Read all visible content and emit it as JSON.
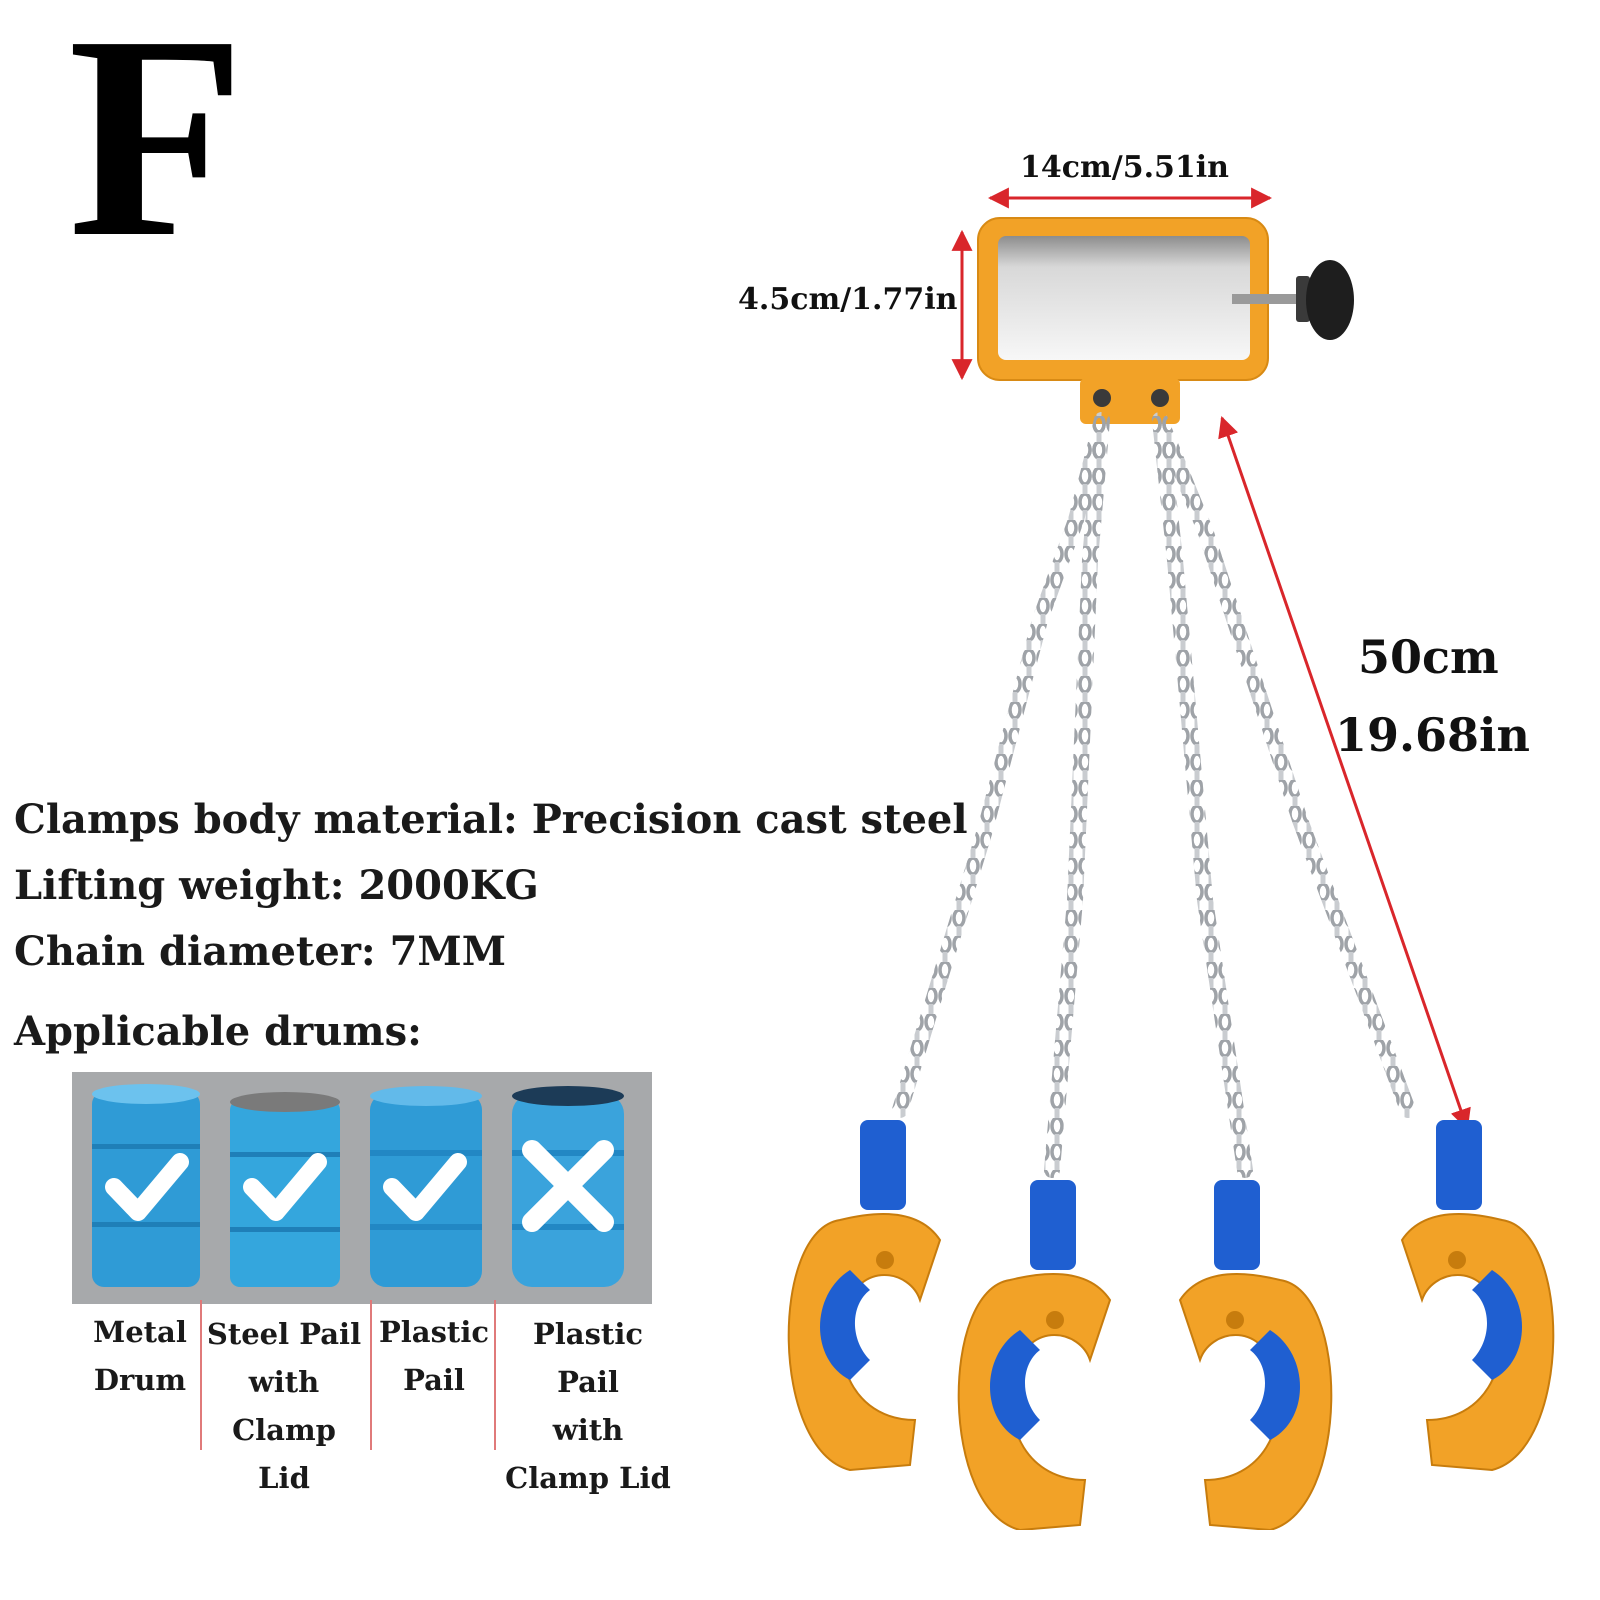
{
  "variant_letter": "F",
  "dimensions": {
    "width": "14cm/5.51in",
    "height": "4.5cm/1.77in",
    "chain_length_cm": "50cm",
    "chain_length_in": "19.68in"
  },
  "specs": [
    "Clamps body material: Precision cast steel",
    "Lifting weight: 2000KG",
    "Chain diameter: 7MM"
  ],
  "applicable_title": "Applicable drums:",
  "drums": [
    {
      "label": "Metal\nDrum",
      "icon": "check-icon",
      "applicable": true
    },
    {
      "label": "Steel Pail\nwith\nClamp Lid",
      "icon": "check-icon",
      "applicable": true
    },
    {
      "label": "Plastic\nPail",
      "icon": "check-icon",
      "applicable": true
    },
    {
      "label": "Plastic Pail\nwith\nClamp Lid",
      "icon": "cross-icon",
      "applicable": false
    }
  ],
  "colors": {
    "clamp_orange": "#f2a227",
    "clamp_blue": "#1f5fd1",
    "chain_silver": "#b9bcc0",
    "dimension_arrow": "#d9262b",
    "drum_blue": "#2f9bd6"
  }
}
